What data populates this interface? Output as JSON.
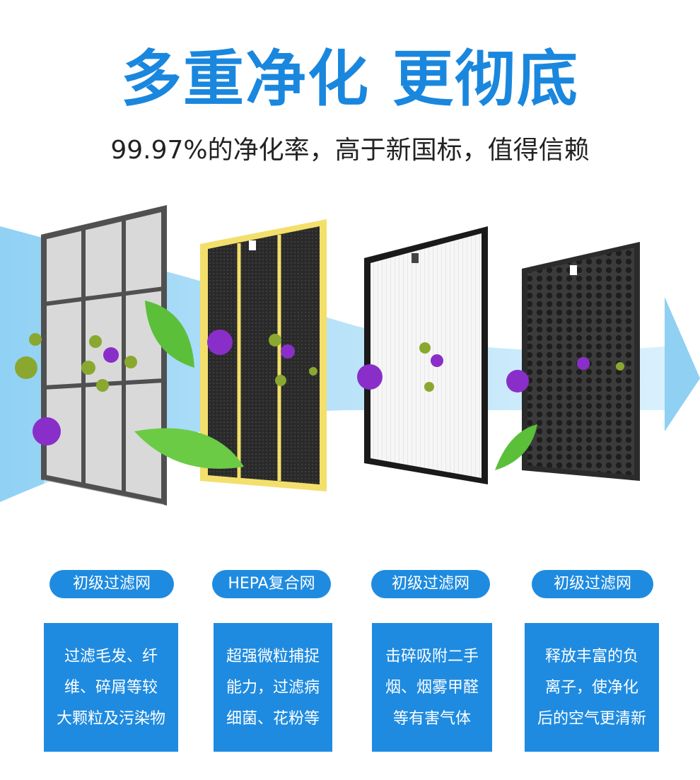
{
  "headline": "多重净化 更彻底",
  "subline": "99.97%的净化率，高于新国标，值得信赖",
  "colors": {
    "accent": "#1f8be0",
    "headline": "#1a87de",
    "leaf": "#5bbf3a",
    "germ": "#8a2ec9",
    "airflow": "#8fd0f3"
  },
  "filters": [
    {
      "label": "初级过滤网",
      "lines": [
        "过滤毛发、纤",
        "维、碎屑等较",
        "大颗粒及污染物"
      ]
    },
    {
      "label": "HEPA复合网",
      "lines": [
        "超强微粒捕捉",
        "能力，过滤病",
        "细菌、花粉等"
      ]
    },
    {
      "label": "初级过滤网",
      "lines": [
        "击碎吸附二手",
        "烟、烟雾甲醛",
        "等有害气体"
      ]
    },
    {
      "label": "初级过滤网",
      "lines": [
        "释放丰富的负",
        "离子，使净化",
        "后的空气更清新"
      ]
    }
  ]
}
